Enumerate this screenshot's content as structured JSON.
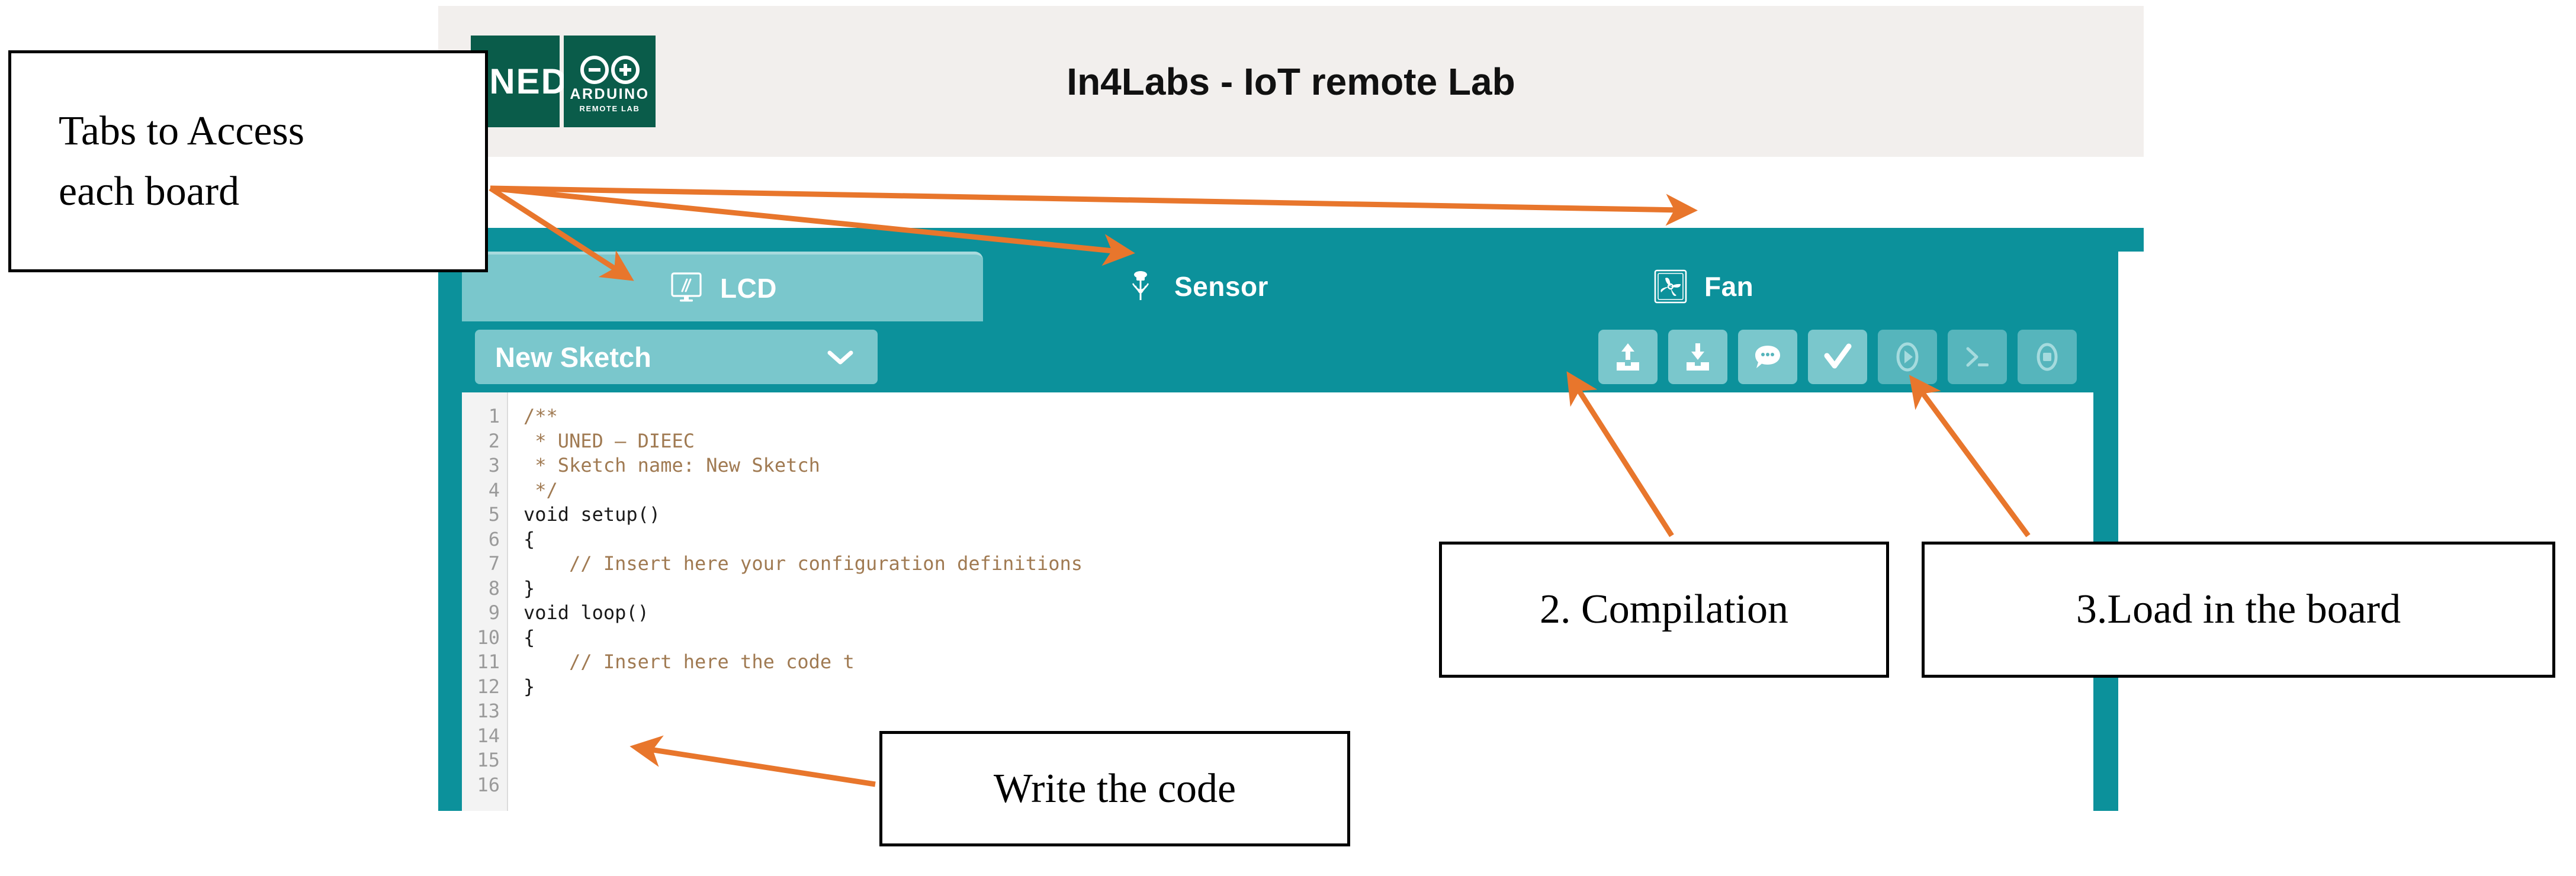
{
  "app": {
    "title": "In4Labs - IoT remote Lab",
    "logo": {
      "uned_text": "UNED",
      "arduino_name": "ARDUINO",
      "arduino_sub": "REMOTE LAB"
    },
    "colors": {
      "panel_teal": "#0c919b",
      "active_tab_teal": "#7ac7cc",
      "header_beige": "#f2efed",
      "logo_green": "#0a5c4a",
      "arrow_orange": "#e8762c",
      "comment_brown": "#a07a52"
    }
  },
  "tabs": [
    {
      "label": "LCD",
      "icon": "monitor-icon",
      "active": true
    },
    {
      "label": "Sensor",
      "icon": "sensor-icon",
      "active": false
    },
    {
      "label": "Fan",
      "icon": "fan-icon",
      "active": false
    }
  ],
  "toolbar": {
    "sketch_selected": "New Sketch",
    "chevron_icon": "chevron-down-icon",
    "buttons": [
      {
        "name": "upload-button",
        "icon": "upload-icon"
      },
      {
        "name": "download-button",
        "icon": "download-icon"
      },
      {
        "name": "comment-button",
        "icon": "comment-icon"
      },
      {
        "name": "compile-button",
        "icon": "check-icon"
      },
      {
        "name": "load-button",
        "icon": "play-icon"
      },
      {
        "name": "terminal-button",
        "icon": "terminal-icon"
      },
      {
        "name": "stop-button",
        "icon": "stop-icon"
      }
    ]
  },
  "editor": {
    "line_numbers": [
      "1",
      "2",
      "3",
      "4",
      "5",
      "6",
      "7",
      "8",
      "9",
      "10",
      "11",
      "12",
      "13",
      "14",
      "15",
      "16"
    ],
    "lines": [
      {
        "text": "/**",
        "comment": true
      },
      {
        "text": " * UNED – DIEEC",
        "comment": true
      },
      {
        "text": " * Sketch name: New Sketch",
        "comment": true
      },
      {
        "text": " */",
        "comment": true
      },
      {
        "text": "",
        "comment": false
      },
      {
        "text": "",
        "comment": false
      },
      {
        "text": "void setup()",
        "comment": false
      },
      {
        "text": "{",
        "comment": false
      },
      {
        "text": "    // Insert here your configuration definitions",
        "comment": true
      },
      {
        "text": "}",
        "comment": false
      },
      {
        "text": "",
        "comment": false
      },
      {
        "text": "void loop()",
        "comment": false
      },
      {
        "text": "{",
        "comment": false
      },
      {
        "text": "    // Insert here the code t",
        "comment": true
      },
      {
        "text": "}",
        "comment": false
      },
      {
        "text": "",
        "comment": false
      }
    ]
  },
  "annotations": {
    "tabs_line1": "Tabs to Access",
    "tabs_line2": "each board",
    "compilation": "2. Compilation",
    "load": "3.Load in the board",
    "write": "Write the code"
  }
}
